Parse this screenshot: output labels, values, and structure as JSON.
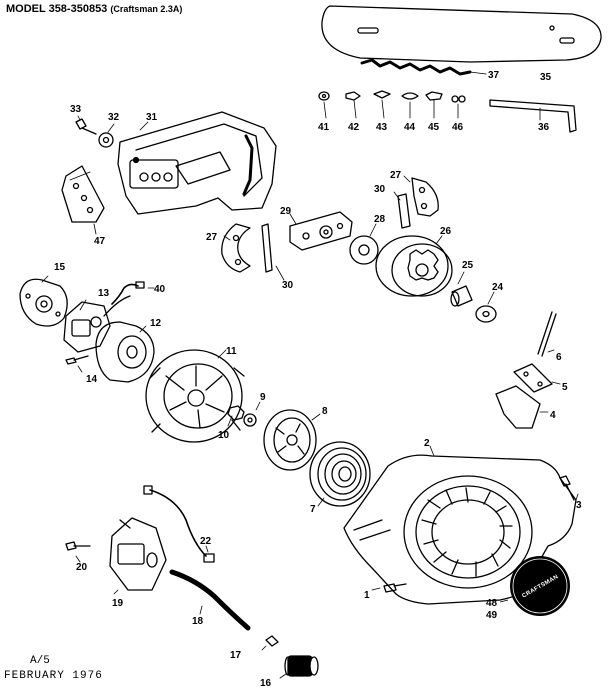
{
  "header": {
    "model": "MODEL 358-350853",
    "variant": "(Craftsman 2.3A)"
  },
  "footer": {
    "code": "A/5",
    "date": "FEBRUARY 1976"
  },
  "logo_text": "CRAFTSMAN",
  "part_numbers": [
    "1",
    "2",
    "3",
    "4",
    "5",
    "6",
    "7",
    "8",
    "9",
    "10",
    "11",
    "12",
    "13",
    "14",
    "15",
    "16",
    "17",
    "18",
    "19",
    "20",
    "22",
    "24",
    "25",
    "26",
    "27",
    "27",
    "28",
    "29",
    "30",
    "30",
    "31",
    "32",
    "33",
    "35",
    "36",
    "37",
    "40",
    "41",
    "42",
    "43",
    "44",
    "45",
    "46",
    "47",
    "48",
    "49"
  ]
}
